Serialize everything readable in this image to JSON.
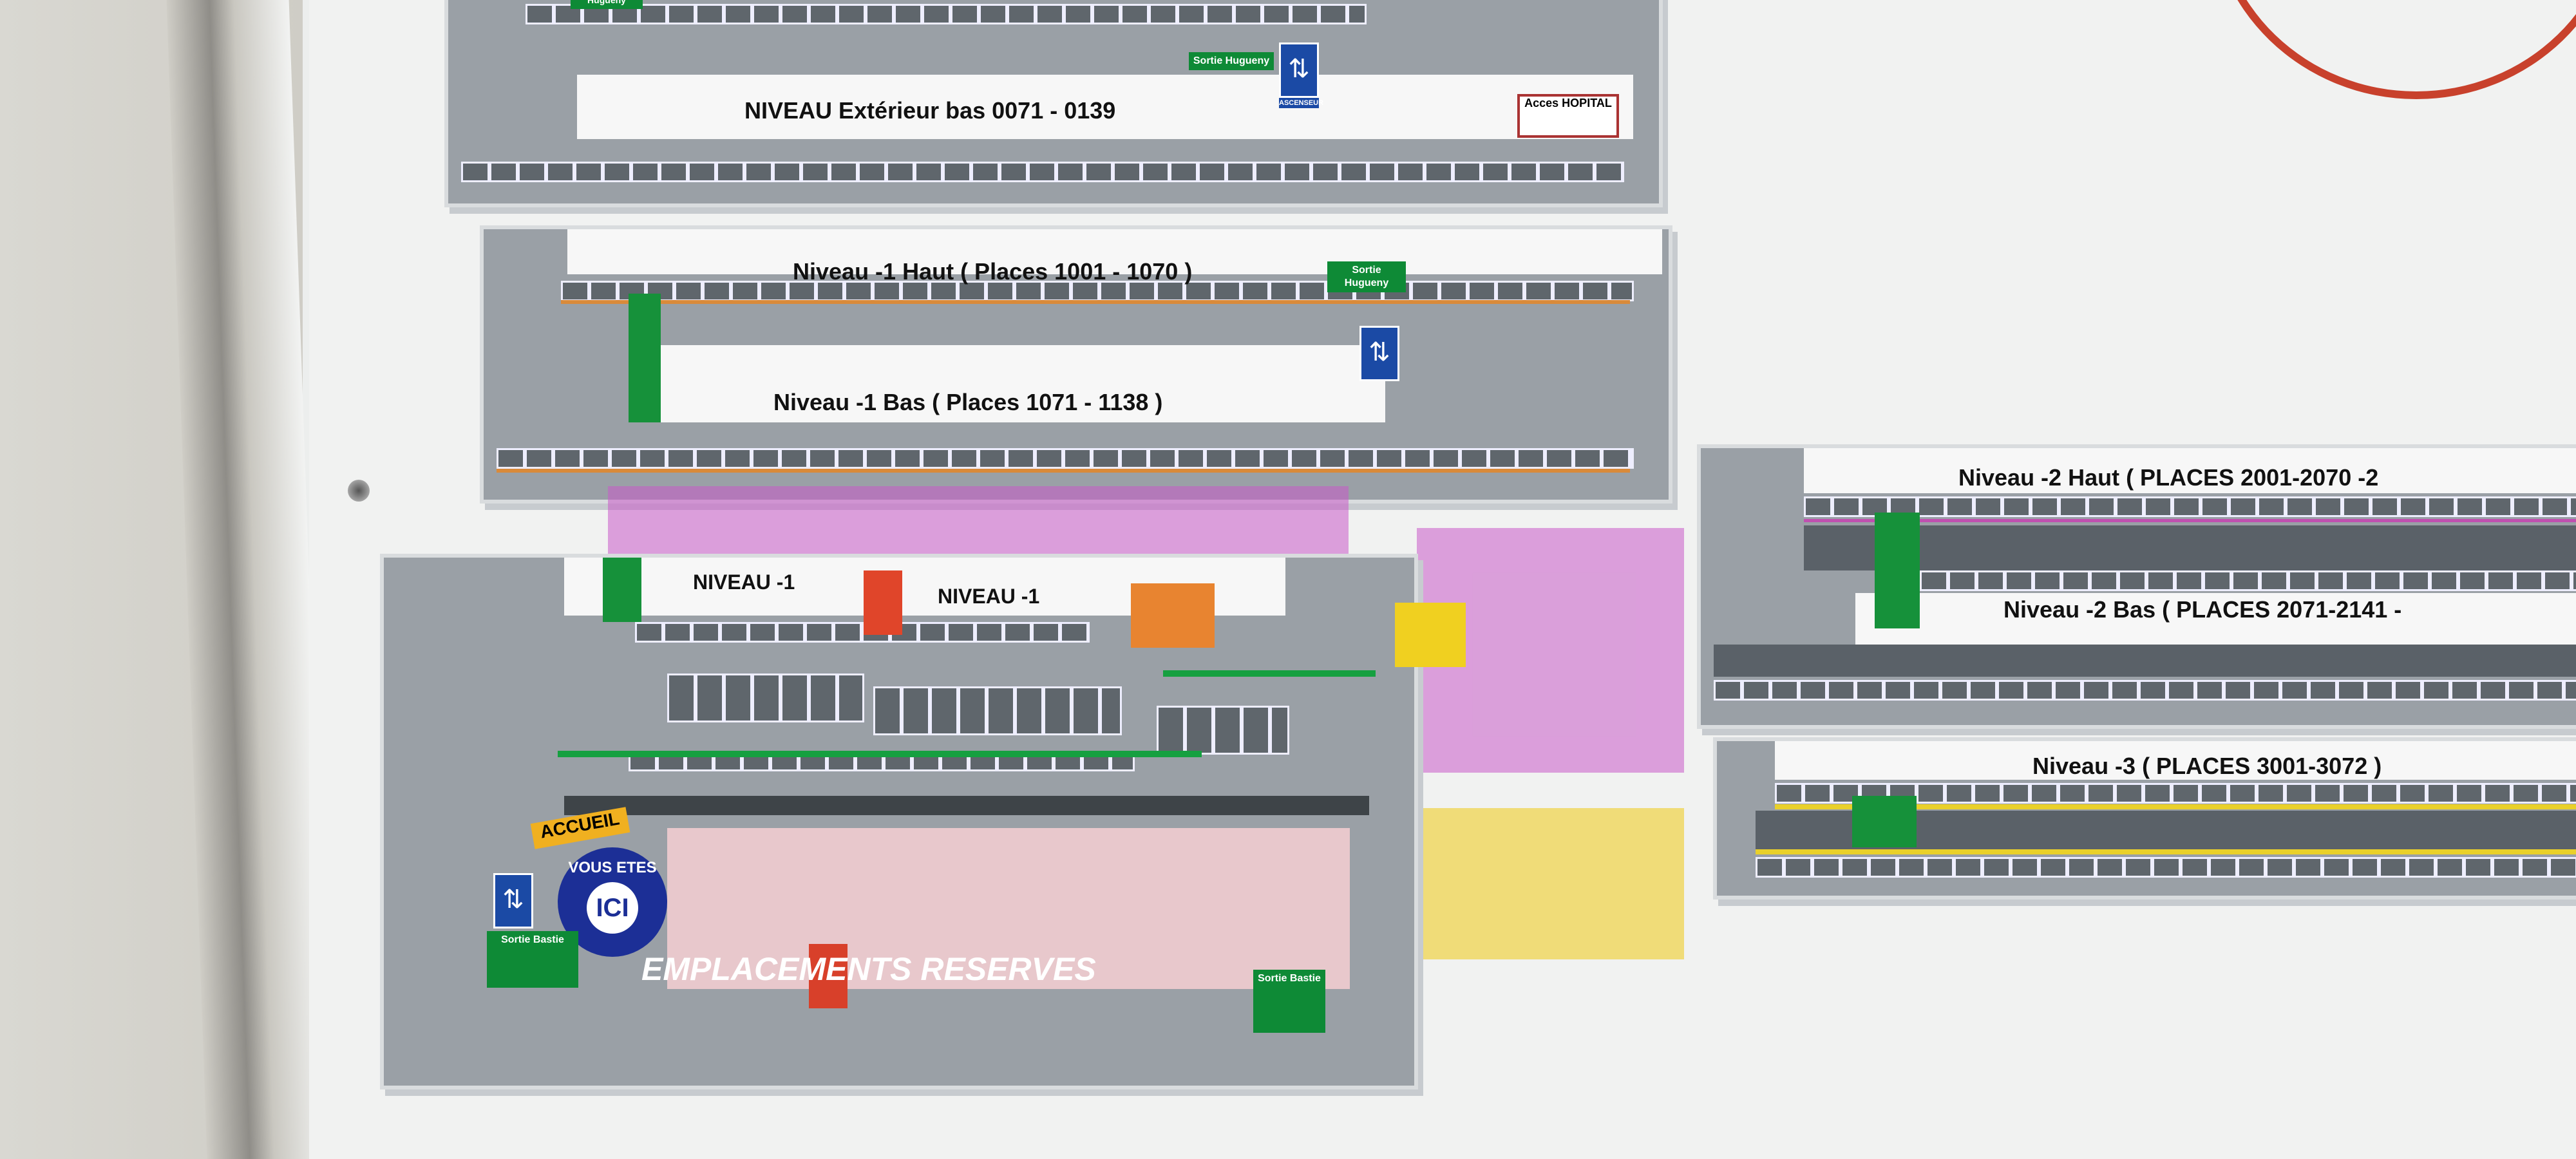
{
  "levels": {
    "exterieur_bas": "NIVEAU Extérieur bas 0071 - 0139",
    "moins1_haut": "Niveau -1 Haut ( Places 1001 - 1070 )",
    "moins1_bas": "Niveau -1 Bas ( Places 1071 - 1138 )",
    "moins1_a": "NIVEAU -1",
    "moins1_b": "NIVEAU -1",
    "moins2_haut": "Niveau -2 Haut ( PLACES 2001-2070 -2",
    "moins2_bas": "Niveau -2 Bas ( PLACES 2071-2141 -",
    "moins3": "Niveau -3 (  PLACES 3001-3072 )"
  },
  "signs": {
    "sortie_hugueny_top": "Hugueny",
    "sortie_hugueny_1": "Sortie Hugueny",
    "sortie_hugueny_2": "Sortie Hugueny",
    "acces_hopital": "Acces HOPITAL",
    "ascenseur": "ASCENSEUR",
    "accueil": "ACCUEIL",
    "vous_etes": "VOUS ETES",
    "ici": "ICI",
    "emplacements_reserves": "EMPLACEMENTS RESERVES",
    "sortie_bastie_1": "Sortie Bastie",
    "sortie_bastie_2": "Sortie Bastie"
  },
  "colors": {
    "route": "#16913a",
    "elevator": "#1b4aa5",
    "reserved": "#e8c8cc",
    "circle": "#c8412c"
  }
}
